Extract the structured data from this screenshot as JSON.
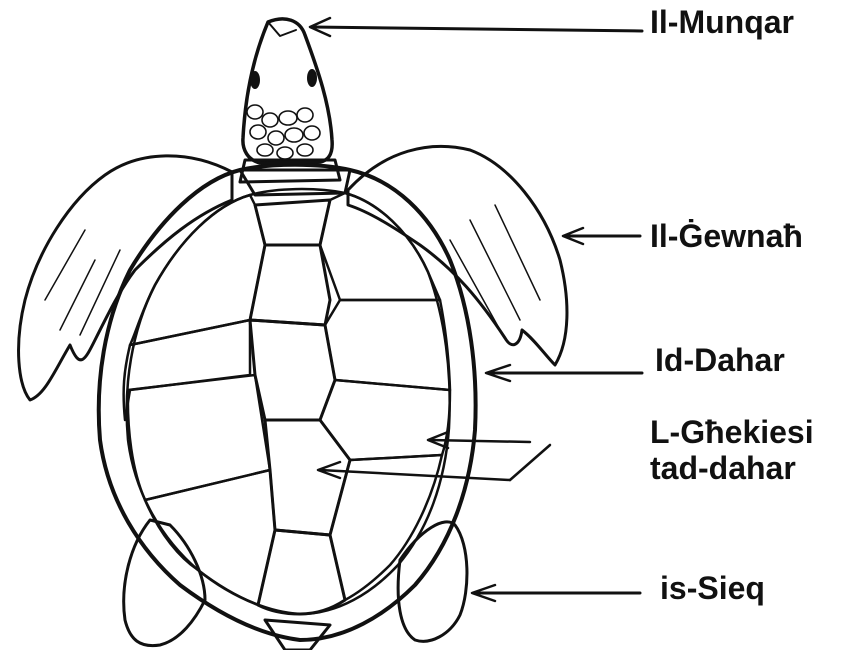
{
  "labels": {
    "munqar": "Il-Munqar",
    "gewnah": "Il-Ġewnaħ",
    "dahar": "Id-Dahar",
    "ghekiesi_line1": "L-Għekiesi",
    "ghekiesi_line2": "tad-dahar",
    "sieq": "is-Sieq"
  },
  "colors": {
    "ink": "#111111",
    "background": "#ffffff"
  }
}
